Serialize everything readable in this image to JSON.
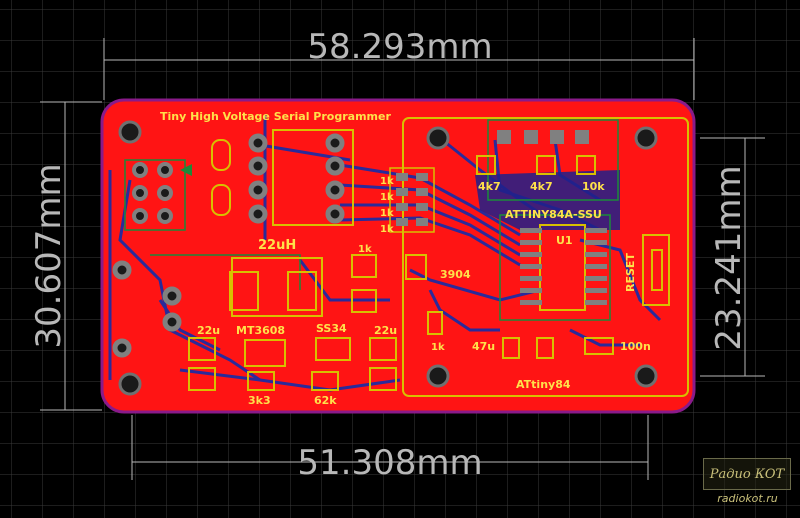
{
  "dimensions": {
    "top_width": "58.293mm",
    "bottom_width": "51.308mm",
    "left_height": "30.607mm",
    "right_height": "23.241mm"
  },
  "board": {
    "title": "Tiny High Voltage Serial Programmer",
    "chip_label": "ATTINY84A-SSU",
    "chip_ref": "U1",
    "socket_label": "ATtiny84",
    "reset_label": "RESET",
    "inductor_label": "22uH",
    "ic_label": "MT3608",
    "diode_label": "SS34",
    "transistor_label": "3904",
    "cap_left": "22u",
    "cap_right": "22u",
    "res_3k3": "3k3",
    "res_62k": "62k",
    "res_1k_a": "1k",
    "res_1k_b": "1k",
    "res_4k7_a": "4k7",
    "res_4k7_b": "4k7",
    "res_10k": "10k",
    "cap_47u": "47u",
    "cap_100n": "100n",
    "array_labels": [
      "1k",
      "1k",
      "1k",
      "1k"
    ]
  },
  "colors": {
    "background": "#000000",
    "grid": "#3a3a3a",
    "board_copper": "#ff1414",
    "board_outline": "#8a1a8a",
    "trace_bottom": "#2a2a9a",
    "silkscreen": "#ffe14a",
    "outline_yellow": "#d8c000",
    "pad": "#808080",
    "dimension": "#b8b8b8"
  },
  "watermark": {
    "brand": "Радио КОТ",
    "url": "radiokot.ru"
  }
}
